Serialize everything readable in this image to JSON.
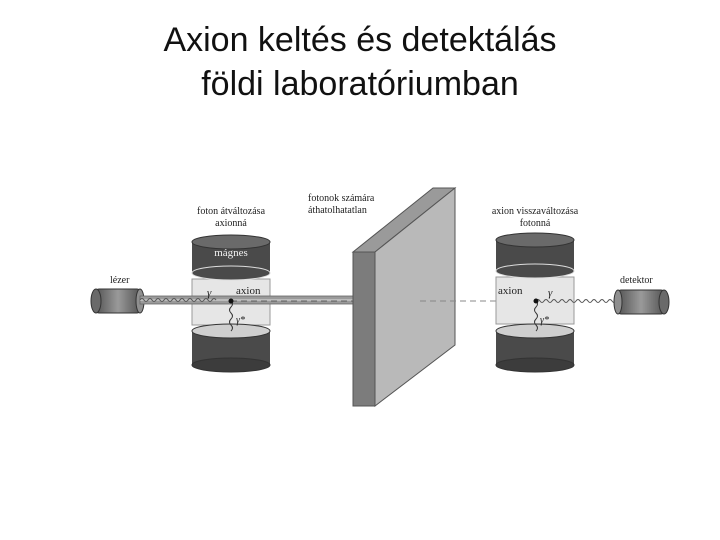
{
  "slide": {
    "title_line1": "Axion keltés és detektálás",
    "title_line2": "földi laboratóriumban"
  },
  "diagram": {
    "label_left_line1": "foton átváltozása",
    "label_left_line2": "axionná",
    "label_magnet": "mágnes",
    "label_laser": "lézer",
    "label_wall_line1": "fotonok számára",
    "label_wall_line2": "áthatolhatatlan",
    "label_right_line1": "axion visszaváltozása",
    "label_right_line2": "fotonná",
    "label_detector": "detektor",
    "symbol_gamma": "γ",
    "label_axion": "axion",
    "symbol_gamma_star": "γ*",
    "colors": {
      "magnet_dark": "#4a4a4a",
      "magnet_top": "#6a6a6a",
      "cavity": "#e6e6e6",
      "wall_face": "#b9b9b9",
      "wall_side": "#7c7c7c",
      "wall_top": "#9a9a9a",
      "beam": "#8a8a8a"
    }
  }
}
